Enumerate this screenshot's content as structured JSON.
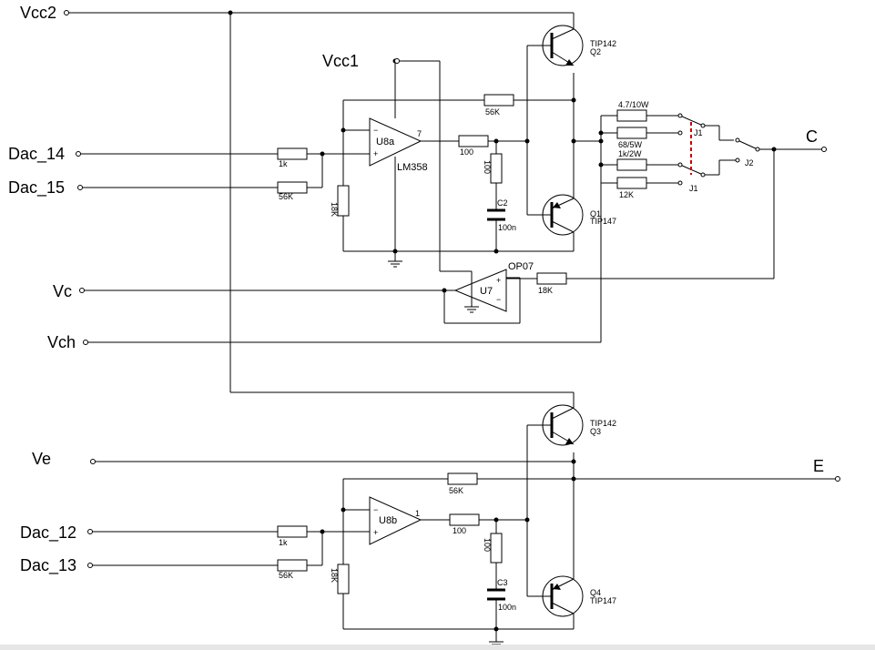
{
  "nets": {
    "vcc2": "Vcc2",
    "vcc1": "Vcc1",
    "dac14": "Dac_14",
    "dac15": "Dac_15",
    "vc": "Vc",
    "vch": "Vch",
    "ve": "Ve",
    "dac12": "Dac_12",
    "dac13": "Dac_13",
    "c": "C",
    "e": "E"
  },
  "upper": {
    "u8a": "U8a",
    "lm358": "LM358",
    "pin7": "7",
    "r_1k": "1k",
    "r_56k_in": "56K",
    "r_18k": "18K",
    "r_56k_fb": "56K",
    "r_100_h": "100",
    "r_100_v": "100",
    "c2": "C2",
    "c2_val": "100n",
    "q2_type": "TIP142",
    "q2": "Q2",
    "q1": "Q1",
    "q1_type": "TIP147",
    "u7": "U7",
    "op07": "OP07",
    "r_18k_u7": "18K",
    "minus": "−",
    "plus": "+",
    "u7_minus": "−",
    "u7_plus": "+"
  },
  "loads": {
    "r1": "4.7/10W",
    "r2": "68/5W",
    "r3": "1k/2W",
    "r4": "12K",
    "j1a": "J1",
    "j1b": "J1",
    "j2": "J2"
  },
  "lower": {
    "u8b": "U8b",
    "pin1": "1",
    "r_1k": "1k",
    "r_56k_in": "56K",
    "r_18k": "18K",
    "r_56k_fb": "56K",
    "r_100_h": "100",
    "r_100_v": "100",
    "c3": "C3",
    "c3_val": "100n",
    "q3_type": "TIP142",
    "q3": "Q3",
    "q4": "Q4",
    "q4_type": "TIP147",
    "minus": "−",
    "plus": "+"
  },
  "colors": {
    "wire": "#000000",
    "jumper": "#cc0000",
    "background": "#ffffff"
  }
}
